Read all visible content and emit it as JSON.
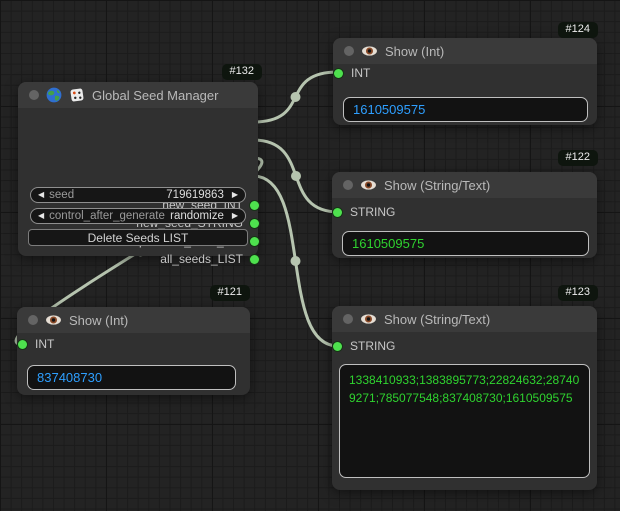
{
  "canvas": {
    "background_color": "#232323",
    "wire_color": "#b6c4af",
    "slot_green": "#4ee14e",
    "int_value_color": "#2e9fff",
    "string_value_color": "#2fd32f",
    "badge_bg_color": "#0e150e"
  },
  "nodes": [
    {
      "badge": "#132",
      "title": "Global Seed Manager",
      "icons": [
        "globe-icon",
        "dice-icon"
      ],
      "outputs": [
        "new_seed_INT",
        "new_seed_STRING",
        "previous_seed_INT",
        "all_seeds_LIST"
      ],
      "widgets": {
        "seed_label": "seed",
        "seed_value": "719619863",
        "control_label": "control_after_generate",
        "control_value": "randomize",
        "button_label": "Delete Seeds LIST"
      }
    },
    {
      "badge": "#124",
      "title": "Show (Int)",
      "input_label": "INT",
      "value": "1610509575"
    },
    {
      "badge": "#122",
      "title": "Show (String/Text)",
      "input_label": "STRING",
      "value": "1610509575"
    },
    {
      "badge": "#121",
      "title": "Show (Int)",
      "input_label": "INT",
      "value": "837408730"
    },
    {
      "badge": "#123",
      "title": "Show (String/Text)",
      "input_label": "STRING",
      "value": "1338410933;1383895773;22824632;287409271;785077548;837408730;1610509575"
    }
  ],
  "links": [
    {
      "from": "new_seed_INT",
      "to": "#124 INT"
    },
    {
      "from": "new_seed_STRING",
      "to": "#122 STRING"
    },
    {
      "from": "previous_seed_INT",
      "to": "#121 INT"
    },
    {
      "from": "all_seeds_LIST",
      "to": "#123 STRING"
    }
  ]
}
